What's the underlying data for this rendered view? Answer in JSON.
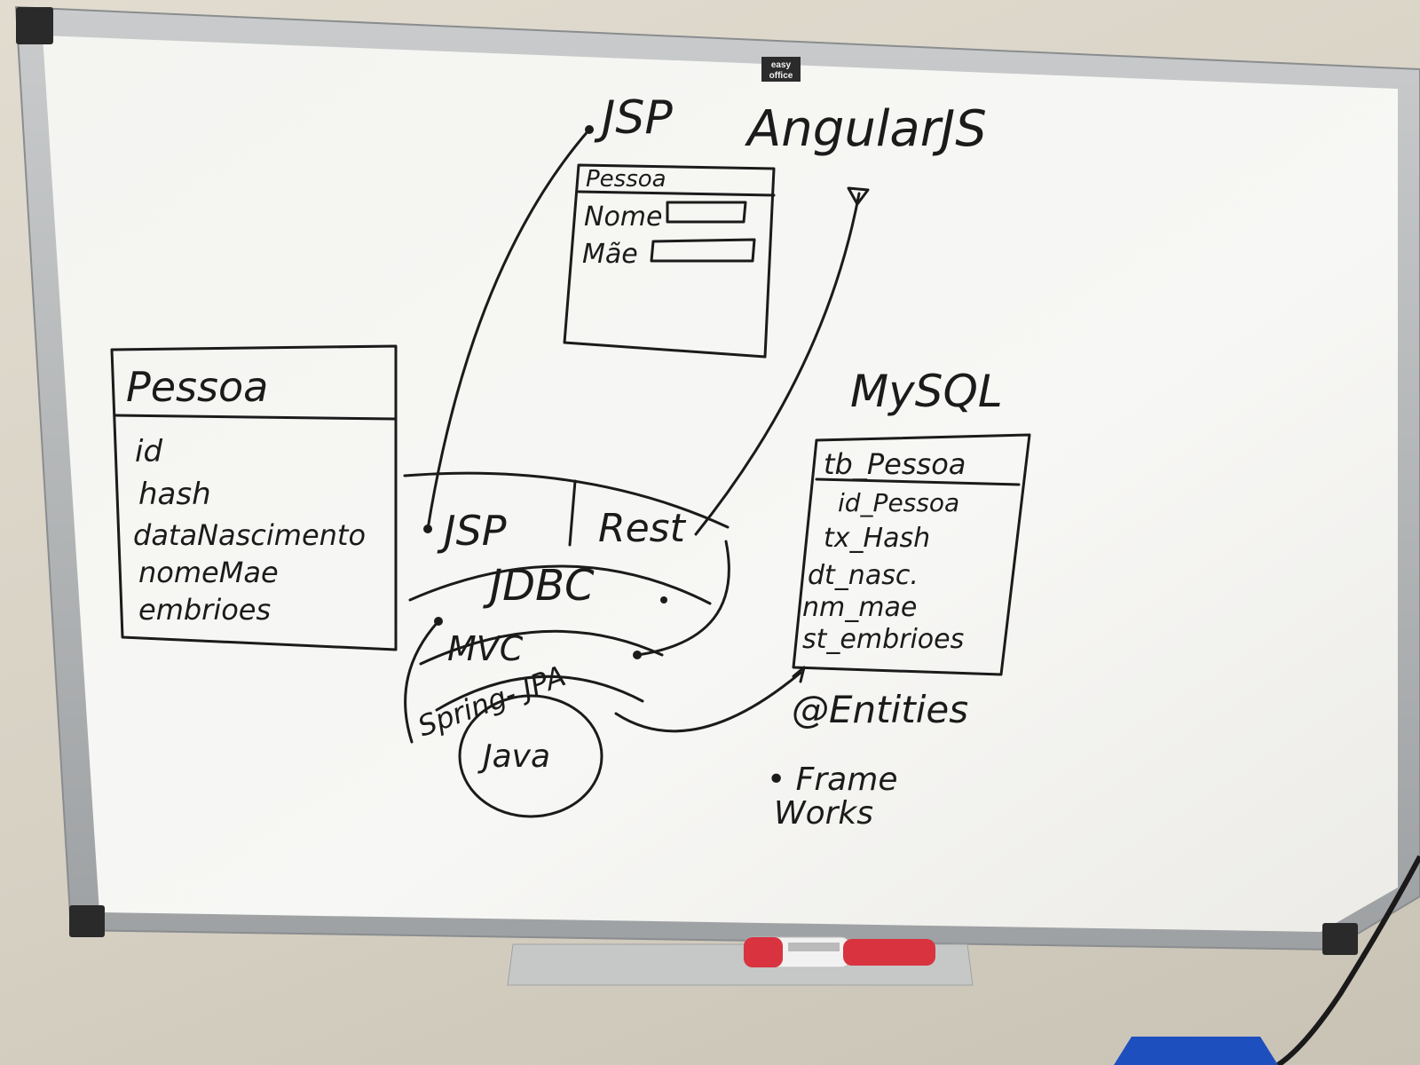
{
  "whiteboard": {
    "brand": {
      "line1": "easy",
      "line2": "office"
    }
  },
  "top_labels": {
    "jsp": "JSP",
    "angular": "AngularJS"
  },
  "form_sketch": {
    "title": "Pessoa",
    "field1": "Nome",
    "field2": "Mãe"
  },
  "class_box": {
    "title": "Pessoa",
    "attributes": [
      "id",
      "hash",
      "dataNascimento",
      "nomeMae",
      "embrioes"
    ]
  },
  "database": {
    "label": "MySQL",
    "table_name": "tb_Pessoa",
    "columns": [
      "id_Pessoa",
      "tx_Hash",
      "dt_nasc.",
      "nm_mae",
      "st_embrioes"
    ]
  },
  "layers": {
    "jsp": "JSP",
    "rest": "Rest",
    "jdbc": "JDBC",
    "mvc": "MVC",
    "spring_jpa": "Spring- JPA",
    "core": "Java"
  },
  "notes": {
    "entities": "@Entities",
    "frameworks_line1": "• Frame",
    "frameworks_line2": "Works"
  },
  "marker": {
    "color": "#d8333f"
  }
}
